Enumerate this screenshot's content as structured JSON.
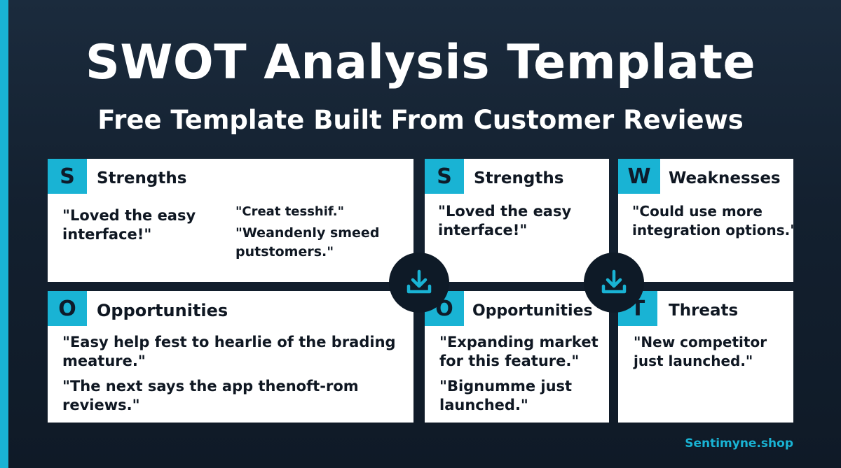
{
  "header": {
    "title": "SWOT Analysis Template",
    "subtitle": "Free Template Built From Customer Reviews"
  },
  "cards": {
    "strengths_left": {
      "letter": "S",
      "heading": "Strengths",
      "quote_1": "\"Loved the easy",
      "quote_1b": "interface!\"",
      "quote_2": "\"Creat tesshif.\"",
      "quote_3": "\"Weandenly smeed",
      "quote_3b": "putstomers.\""
    },
    "opportunities_left": {
      "letter": "O",
      "heading": "Opportunities",
      "quote_1": "\"Easy help fest to hearlie of the brading",
      "quote_1b": "meature.\"",
      "quote_2": "\"The next says the app thenoft-rom",
      "quote_2b": "reviews.\""
    },
    "strengths_mid": {
      "letter": "S",
      "heading": "Strengths",
      "quote_1": "\"Loved the easy",
      "quote_1b": "interface!\""
    },
    "opportunities_mid": {
      "letter": "O",
      "heading": "Opportunities",
      "quote_1": "\"Expanding market",
      "quote_1b": "for this feature.\"",
      "quote_2": "\"Bignumme just",
      "quote_2b": "launched.\""
    },
    "weaknesses": {
      "letter": "W",
      "heading": "Weaknesses",
      "quote_1": "\"Could use more",
      "quote_1b": "integration options.\""
    },
    "threats": {
      "letter": "T",
      "heading": "Threats",
      "quote_1": "\"New competitor",
      "quote_1b": "just launched.\""
    }
  },
  "icons": {
    "download_1": "download-icon",
    "download_2": "download-icon"
  },
  "colors": {
    "accent": "#19b3d4",
    "background": "#13202f",
    "card": "#ffffff",
    "text": "#0f1722"
  },
  "footer": {
    "brand": "Sentimyne.shop"
  }
}
